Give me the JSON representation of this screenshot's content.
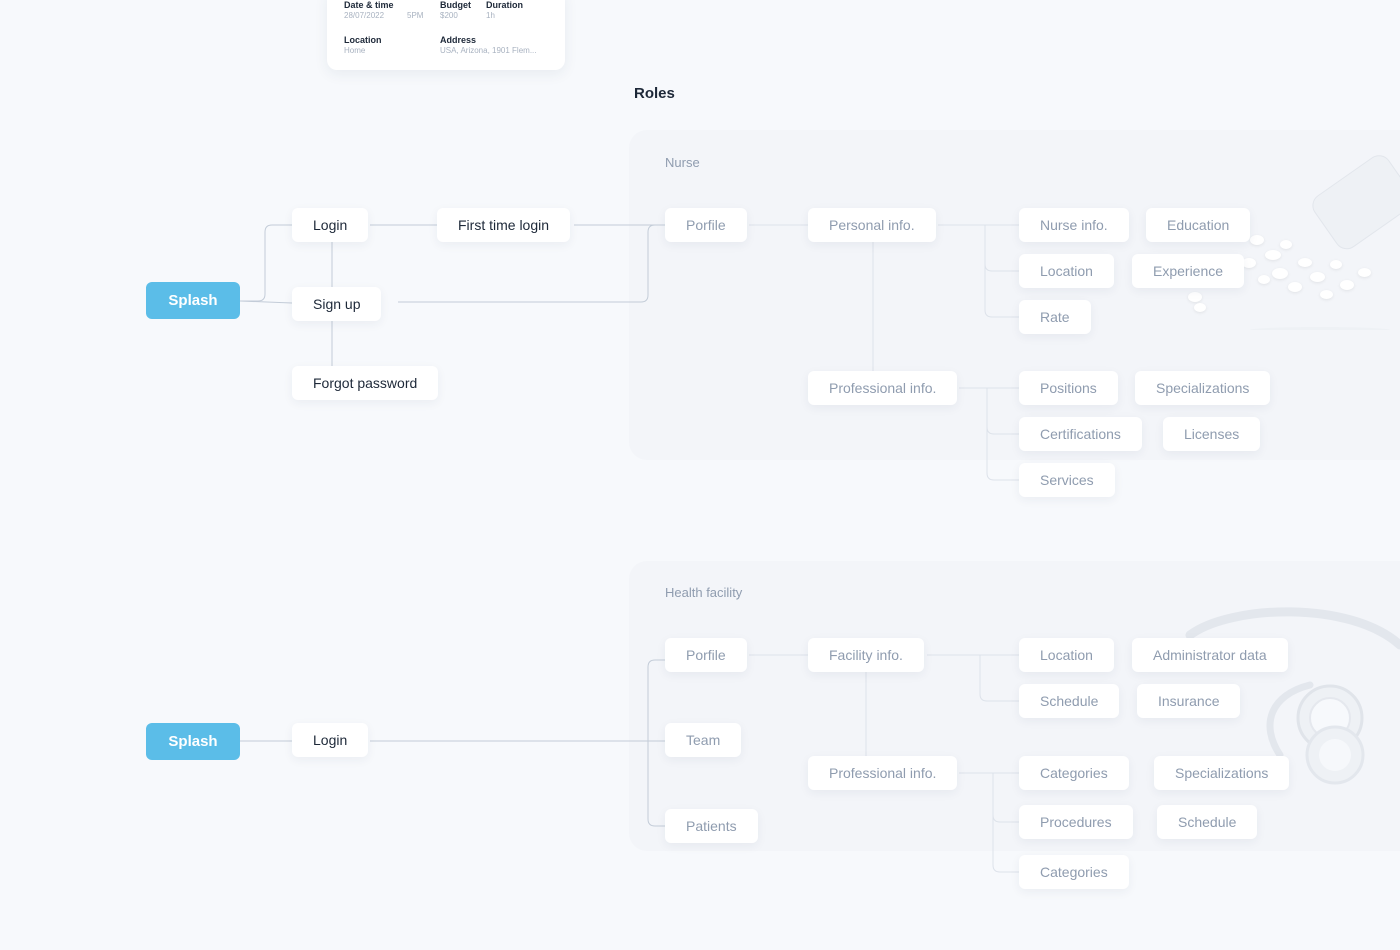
{
  "card": {
    "date_label": "Date & time",
    "date_value": "28/07/2022",
    "time_value": "5PM",
    "budget_label": "Budget",
    "budget_value": "$200",
    "duration_label": "Duration",
    "duration_value": "1h",
    "location_label": "Location",
    "location_value": "Home",
    "address_label": "Address",
    "address_value": "USA,  Arizona, 1901 Flem..."
  },
  "section_title": "Roles",
  "nurse": {
    "panel_label": "Nurse",
    "splash": "Splash",
    "login": "Login",
    "first_time_login": "First time login",
    "sign_up": "Sign up",
    "forgot_password": "Forgot password",
    "profile": "Porfile",
    "personal_info": "Personal info.",
    "professional_info": "Professional info.",
    "nurse_info": "Nurse info.",
    "education": "Education",
    "location": "Location",
    "experience": "Experience",
    "rate": "Rate",
    "positions": "Positions",
    "specializations": "Specializations",
    "certifications": "Certifications",
    "licenses": "Licenses",
    "services": "Services"
  },
  "facility": {
    "panel_label": "Health facility",
    "splash": "Splash",
    "login": "Login",
    "profile": "Porfile",
    "team": "Team",
    "patients": "Patients",
    "facility_info": "Facility info.",
    "professional_info": "Professional info.",
    "location": "Location",
    "administrator_data": "Administrator data",
    "schedule": "Schedule",
    "insurance": "Insurance",
    "categories": "Categories",
    "specializations": "Specializations",
    "procedures": "Procedures",
    "schedule_2": "Schedule",
    "categories_2": "Categories"
  },
  "colors": {
    "splash": "#5bbde8",
    "dark_text": "#1d2838",
    "muted_text": "#8f9caf",
    "background": "#f7f9fc"
  },
  "decorations": {
    "nurse_panel_image": "pills-bottle-icon",
    "facility_panel_image": "stethoscope-icon"
  }
}
